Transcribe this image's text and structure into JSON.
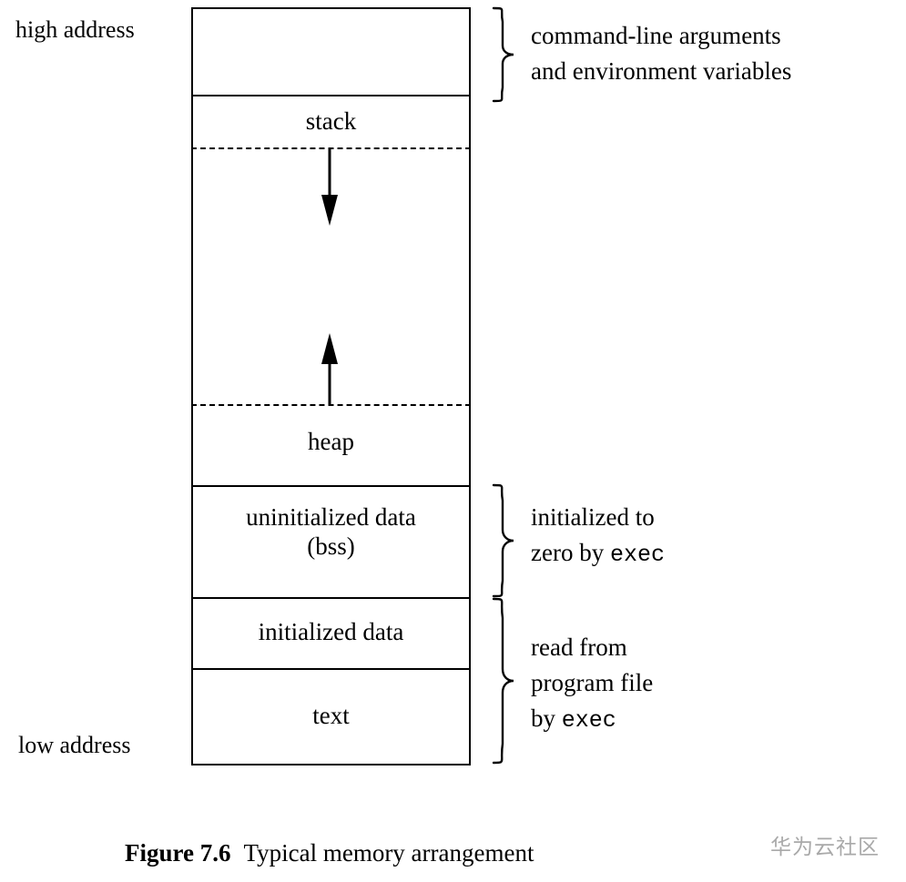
{
  "figure": {
    "caption_number": "Figure 7.6",
    "caption_text": "Typical memory arrangement",
    "watermark": "华为云社区"
  },
  "axis_labels": {
    "high": "high address",
    "low": "low address"
  },
  "memory_segments": [
    {
      "id": "args-env",
      "label": ""
    },
    {
      "id": "stack",
      "label": "stack"
    },
    {
      "id": "heap",
      "label": "heap"
    },
    {
      "id": "bss",
      "label": "uninitialized data\n(bss)",
      "line1": "uninitialized data",
      "line2": "(bss)"
    },
    {
      "id": "initialized-data",
      "label": "initialized data"
    },
    {
      "id": "text",
      "label": "text"
    }
  ],
  "annotations": [
    {
      "id": "args-env",
      "line1": "command-line arguments",
      "line2": "and environment variables"
    },
    {
      "id": "bss",
      "line1": "initialized to",
      "line2_prefix": "zero by ",
      "line2_mono": "exec"
    },
    {
      "id": "text",
      "line1": "read from",
      "line2": "program file",
      "line3_prefix": "by ",
      "line3_mono": "exec"
    }
  ],
  "arrows": [
    {
      "id": "stack-growth",
      "direction": "down"
    },
    {
      "id": "heap-growth",
      "direction": "up"
    }
  ],
  "colors": {
    "stroke": "#000000",
    "background": "#ffffff",
    "watermark": "#a9a9a9"
  }
}
